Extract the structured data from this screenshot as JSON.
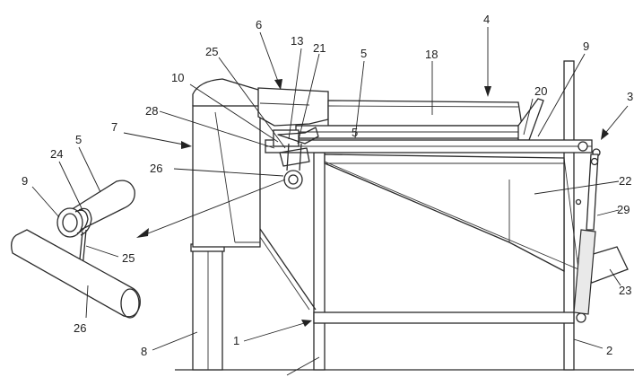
{
  "labels": {
    "l1": "1",
    "l2": "2",
    "l3": "3",
    "l4": "4",
    "l5_main": "5",
    "l5_top": "5",
    "l5_detail": "5",
    "l6": "6",
    "l7": "7",
    "l8": "8",
    "l9_right": "9",
    "l9_detail": "9",
    "l10": "10",
    "l13": "13",
    "l18": "18",
    "l20": "20",
    "l21": "21",
    "l22": "22",
    "l23": "23",
    "l24": "24",
    "l25_top": "25",
    "l25_detail": "25",
    "l26_main": "26",
    "l26_detail": "26",
    "l28": "28",
    "l29": "29"
  },
  "colors": {
    "line": "#2a2a2a",
    "background": "#ffffff"
  }
}
